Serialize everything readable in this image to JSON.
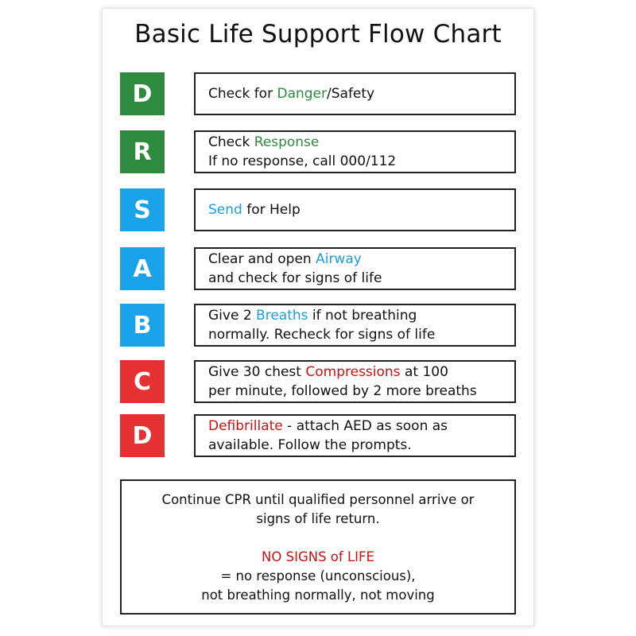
{
  "title": "Basic Life Support Flow Chart",
  "colors": {
    "green": "#2e8b3d",
    "blue": "#1aa3e8",
    "red": "#e53131",
    "text_green": "#2e8b3d",
    "text_blue": "#1a9ee0",
    "text_red": "#cc1111"
  },
  "steps": [
    {
      "letter": "D",
      "color": "green",
      "line1": {
        "pre": "Check for ",
        "key": "Danger",
        "post": "/Safety"
      },
      "line2": ""
    },
    {
      "letter": "R",
      "color": "green",
      "line1": {
        "pre": "Check ",
        "key": "Response",
        "post": ""
      },
      "line2": "If no response, call 000/112"
    },
    {
      "letter": "S",
      "color": "blue",
      "line1": {
        "pre": "",
        "key": "Send",
        "post": " for Help"
      },
      "line2": ""
    },
    {
      "letter": "A",
      "color": "blue",
      "line1": {
        "pre": "Clear and open ",
        "key": "Airway",
        "post": ""
      },
      "line2": "and check for signs of life"
    },
    {
      "letter": "B",
      "color": "blue",
      "line1": {
        "pre": "Give 2 ",
        "key": "Breaths",
        "post": " if not breathing"
      },
      "line2": "normally. Recheck for signs of life"
    },
    {
      "letter": "C",
      "color": "red",
      "line1": {
        "pre": "Give 30 chest ",
        "key": "Compressions",
        "post": " at 100"
      },
      "line2": "per minute, followed by 2 more breaths"
    },
    {
      "letter": "D",
      "color": "red",
      "line1": {
        "pre": "",
        "key": "Defibrillate",
        "post": " - attach AED as soon as"
      },
      "line2": "available. Follow the prompts."
    }
  ],
  "note": {
    "line1": "Continue CPR until qualified personnel arrive or",
    "line2": "signs of life return.",
    "alert": "NO SIGNS of LIFE",
    "line3": "= no response (unconscious),",
    "line4": "not breathing normally, not moving"
  }
}
